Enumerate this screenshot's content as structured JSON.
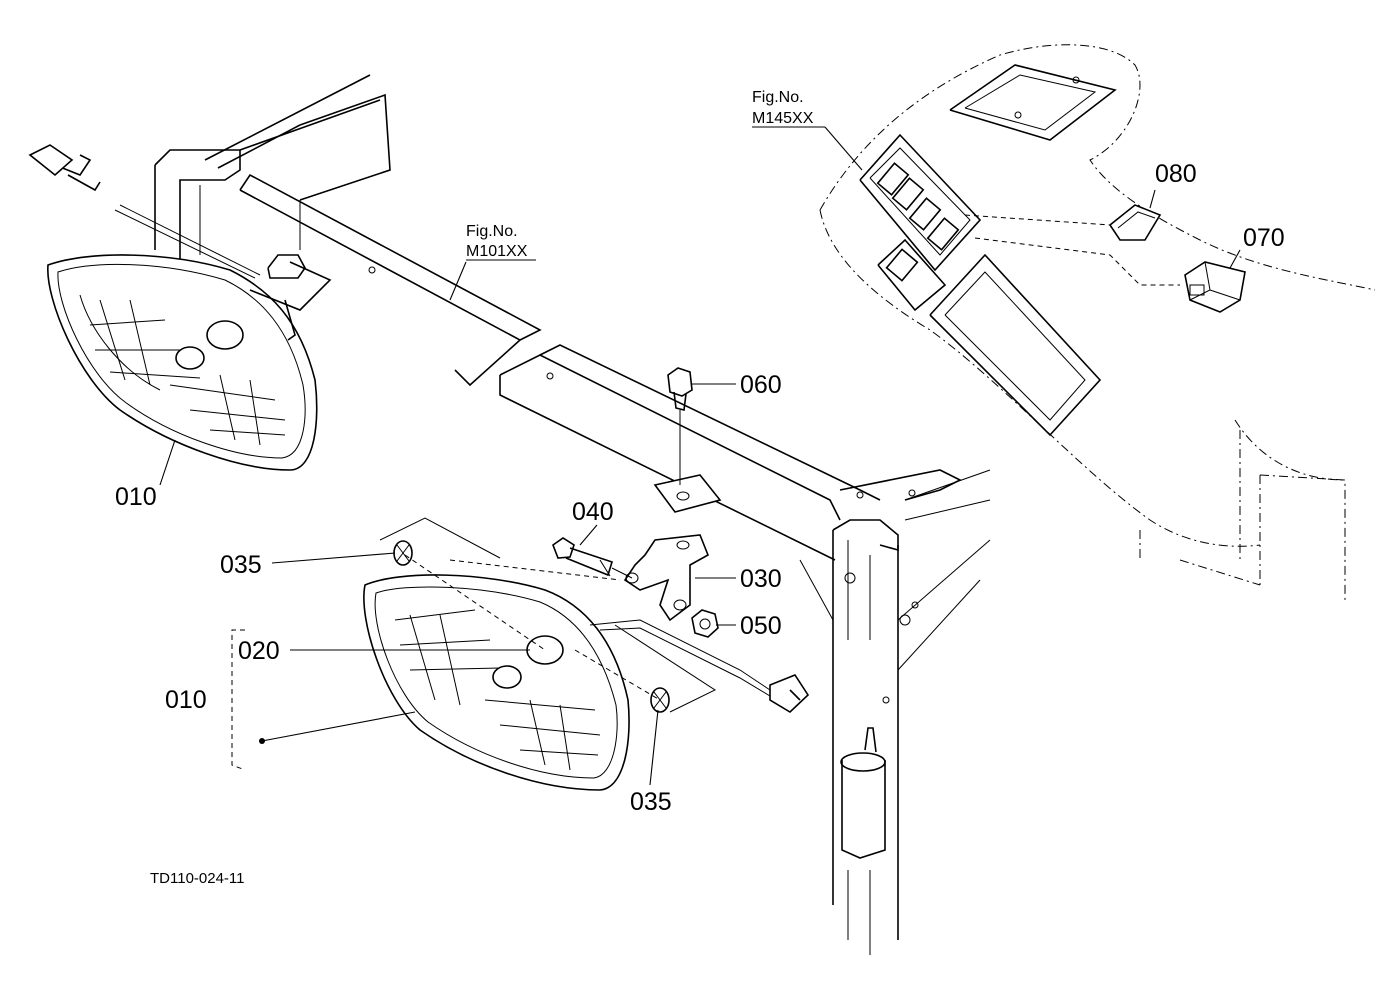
{
  "labels": {
    "p010_top": "010",
    "p010_group": "010",
    "p020": "020",
    "p030": "030",
    "p035_left": "035",
    "p035_bottom": "035",
    "p040": "040",
    "p050": "050",
    "p060": "060",
    "p070": "070",
    "p080": "080"
  },
  "figrefs": {
    "m101": {
      "title": "Fig.No.",
      "code": "M101XX"
    },
    "m145": {
      "title": "Fig.No.",
      "code": "M145XX"
    }
  },
  "drawing_code": "TD110-024-11"
}
